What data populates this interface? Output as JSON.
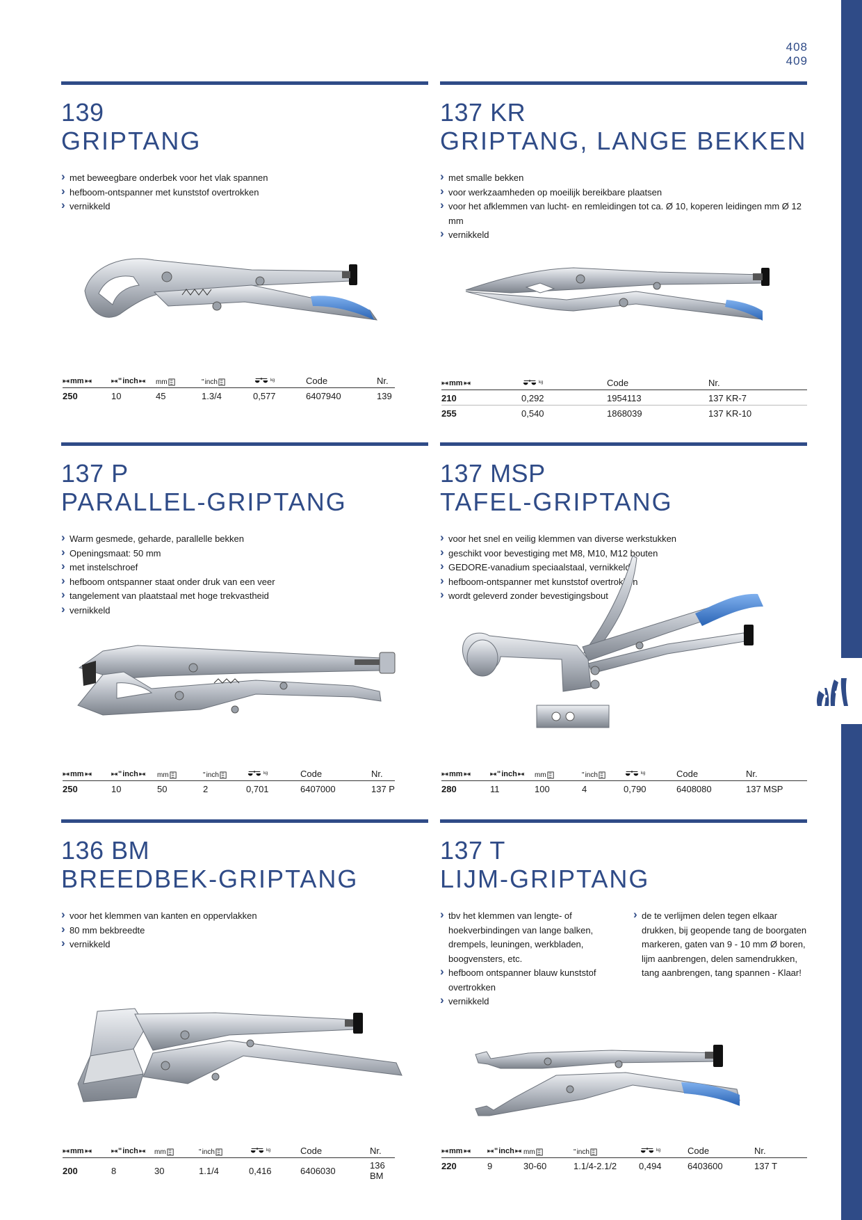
{
  "page_numbers": [
    "408",
    "409"
  ],
  "sections": [
    {
      "id": "139",
      "number": "139",
      "title": "GRIPTANG",
      "features": [
        "met beweegbare onderbek voor het vlak spannen",
        "hefboom-ontspanner met kunststof overtrokken",
        "vernikkeld"
      ],
      "columns": [
        "mm",
        "inch",
        "mm",
        "inch",
        "kg",
        "Code",
        "Nr."
      ],
      "rows": [
        [
          "250",
          "10",
          "45",
          "1.3/4",
          "0,577",
          "6407940",
          "139"
        ]
      ]
    },
    {
      "id": "137kr",
      "number": "137 KR",
      "title": "GRIPTANG, LANGE BEKKEN",
      "features": [
        "met smalle bekken",
        "voor werkzaamheden op moeilijk bereikbare plaatsen",
        "voor het afklemmen van lucht- en remleidingen tot ca. Ø 10, koperen leidingen mm Ø 12 mm",
        "vernikkeld"
      ],
      "columns": [
        "mm",
        "kg",
        "Code",
        "Nr."
      ],
      "rows": [
        [
          "210",
          "0,292",
          "1954113",
          "137 KR-7"
        ],
        [
          "255",
          "0,540",
          "1868039",
          "137 KR-10"
        ]
      ]
    },
    {
      "id": "137p",
      "number": "137 P",
      "title": "PARALLEL-GRIPTANG",
      "features": [
        "Warm gesmede, geharde, parallelle bekken",
        "Openingsmaat: 50 mm",
        "met instelschroef",
        "hefboom ontspanner staat onder druk van een veer",
        "tangelement van plaatstaal met hoge trekvastheid",
        "vernikkeld"
      ],
      "columns": [
        "mm",
        "inch",
        "mm",
        "inch",
        "kg",
        "Code",
        "Nr."
      ],
      "rows": [
        [
          "250",
          "10",
          "50",
          "2",
          "0,701",
          "6407000",
          "137 P"
        ]
      ]
    },
    {
      "id": "137msp",
      "number": "137 MSP",
      "title": "TAFEL-GRIPTANG",
      "features": [
        "voor het snel en veilig klemmen van diverse werkstukken",
        "geschikt voor bevestiging met M8, M10, M12 bouten",
        "GEDORE-vanadium speciaalstaal, vernikkeld",
        "hefboom-ontspanner met kunststof overtrokken",
        "wordt geleverd zonder bevestigingsbout"
      ],
      "columns": [
        "mm",
        "inch",
        "mm",
        "inch",
        "kg",
        "Code",
        "Nr."
      ],
      "rows": [
        [
          "280",
          "11",
          "100",
          "4",
          "0,790",
          "6408080",
          "137 MSP"
        ]
      ]
    },
    {
      "id": "136bm",
      "number": "136 BM",
      "title": "BREEDBEK-GRIPTANG",
      "features": [
        "voor het klemmen van kanten en oppervlakken",
        "80 mm bekbreedte",
        "vernikkeld"
      ],
      "columns": [
        "mm",
        "inch",
        "mm",
        "inch",
        "kg",
        "Code",
        "Nr."
      ],
      "rows": [
        [
          "200",
          "8",
          "30",
          "1.1/4",
          "0,416",
          "6406030",
          "136 BM"
        ]
      ]
    },
    {
      "id": "137t",
      "number": "137 T",
      "title": "LIJM-GRIPTANG",
      "features": [
        "tbv het klemmen van lengte- of hoekverbindingen van lange balken, drempels, leuningen, werkbladen, boogvensters, etc.",
        "hefboom ontspanner blauw kunststof overtrokken",
        "vernikkeld"
      ],
      "features_col2": [
        "de te verlijmen delen tegen elkaar drukken, bij geopende tang de boorgaten markeren, gaten van 9 - 10 mm Ø boren, lijm aanbrengen, delen samendrukken, tang aanbrengen, tang spannen - Klaar!"
      ],
      "columns": [
        "mm",
        "inch",
        "mm",
        "inch",
        "kg",
        "Code",
        "Nr."
      ],
      "rows": [
        [
          "220",
          "9",
          "30-60",
          "1.1/4-2.1/2",
          "0,494",
          "6403600",
          "137 T"
        ]
      ]
    }
  ],
  "colors": {
    "brand_blue": "#2f4b87",
    "grip_blue": "#3f7fd1",
    "steel": "#c8ccd2"
  },
  "icons": [
    "length-icon",
    "opening-inch-icon",
    "jaw-mm-icon",
    "jaw-inch-icon",
    "weight-icon",
    "pliers-category-icon"
  ]
}
